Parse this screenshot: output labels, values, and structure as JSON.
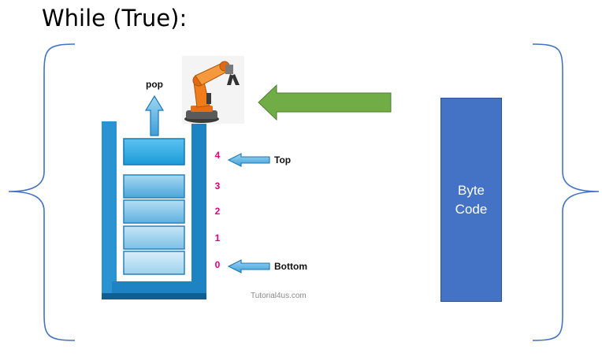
{
  "title": "While (True):",
  "stack": {
    "pop_label": "pop",
    "top_label": "Top",
    "bottom_label": "Bottom",
    "indices": [
      "4",
      "3",
      "2",
      "1",
      "0"
    ],
    "watermark": "Tutorial4us.com"
  },
  "bytecode": {
    "line1": "Byte",
    "line2": "Code"
  },
  "colors": {
    "bracket": "#4472c4",
    "green_arrow": "#70ad47",
    "bytecode_box": "#4472c4",
    "stack_container": "#1e83c2",
    "index_number": "#e6007e",
    "small_arrow": "#5bb3e6",
    "robot_arm": "#f07c1a"
  },
  "icons": {
    "robot": "robot-arm-icon"
  }
}
